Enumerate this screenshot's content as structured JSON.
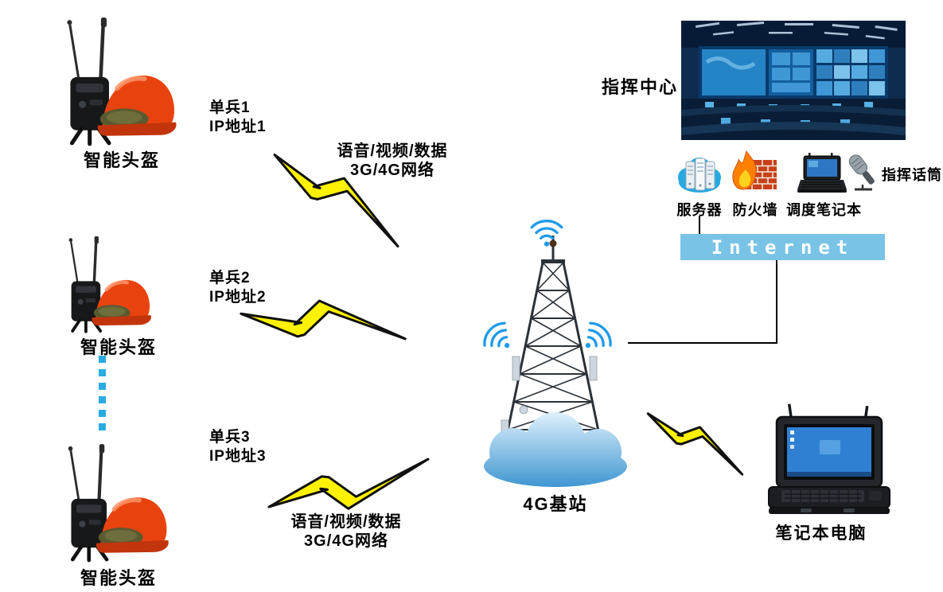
{
  "diagram": {
    "helmets": [
      {
        "label": "智能头盔"
      },
      {
        "label": "智能头盔"
      },
      {
        "label": "智能头盔"
      }
    ],
    "soldiers": [
      {
        "name": "单兵1",
        "ip": "IP地址1"
      },
      {
        "name": "单兵2",
        "ip": "IP地址2"
      },
      {
        "name": "单兵3",
        "ip": "IP地址3"
      }
    ],
    "links": {
      "top": {
        "line1": "语音/视频/数据",
        "line2": "3G/4G网络"
      },
      "bottom": {
        "line1": "语音/视频/数据",
        "line2": "3G/4G网络"
      }
    },
    "base_station": {
      "label": "4G基站"
    },
    "command_center": {
      "label": "指挥中心"
    },
    "devices": {
      "server": "服务器",
      "firewall": "防火墙",
      "dispatch_laptop": "调度笔记本",
      "mic": "指挥话筒"
    },
    "internet": {
      "label": "Internet"
    },
    "field_laptop": {
      "label": "笔记本电脑"
    }
  },
  "icons": {
    "helmet_device": "smart-helmet-icon",
    "lightning": "lightning-bolt-icon",
    "wifi": "wifi-signal-icon",
    "tower": "cell-tower-icon",
    "cloud": "cloud-icon",
    "server": "server-cloud-icon",
    "firewall": "firewall-brick-flame-icon",
    "dispatch_laptop": "laptop-icon",
    "microphone": "microphone-icon",
    "command_center_photo": "control-room-photo",
    "rugged_laptop": "rugged-laptop-icon",
    "dashed_link": "dashed-ellipsis-line"
  },
  "colors": {
    "lightning_fill": "#FFF200",
    "lightning_stroke": "#111111",
    "internet_bar": "#79C3E6",
    "dash_blue": "#29ABE2",
    "helmet_red": "#E8430F",
    "cloud_blue": "#4FA0D8",
    "wifi_blue": "#1E9BE9",
    "background": "#FFFFFF"
  }
}
